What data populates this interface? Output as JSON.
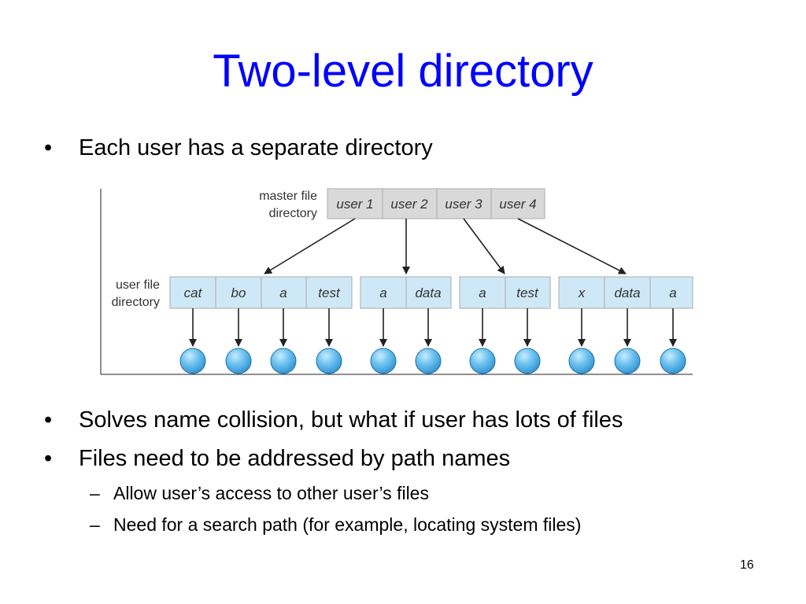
{
  "slide": {
    "title": "Two-level directory",
    "page_number": "16"
  },
  "bullets": [
    "Each user has a separate directory",
    "Solves name collision, but what if user has lots of files",
    "Files need to be addressed by path names"
  ],
  "sub_bullets": [
    "Allow user’s access to other user’s files",
    "Need for a search path (for example, locating system files)"
  ],
  "diagram": {
    "master_label": [
      "master file",
      "directory"
    ],
    "user_label": [
      "user file",
      "directory"
    ],
    "master_entries": [
      "user 1",
      "user 2",
      "user 3",
      "user 4"
    ],
    "user_directories": [
      [
        "cat",
        "bo",
        "a",
        "test"
      ],
      [
        "a",
        "data"
      ],
      [
        "a",
        "test"
      ],
      [
        "x",
        "data",
        "a"
      ]
    ],
    "colors": {
      "master_cell": "#d9d9d9",
      "user_cell": "#cfe8f7",
      "file_node": "#5eb8ec"
    }
  }
}
